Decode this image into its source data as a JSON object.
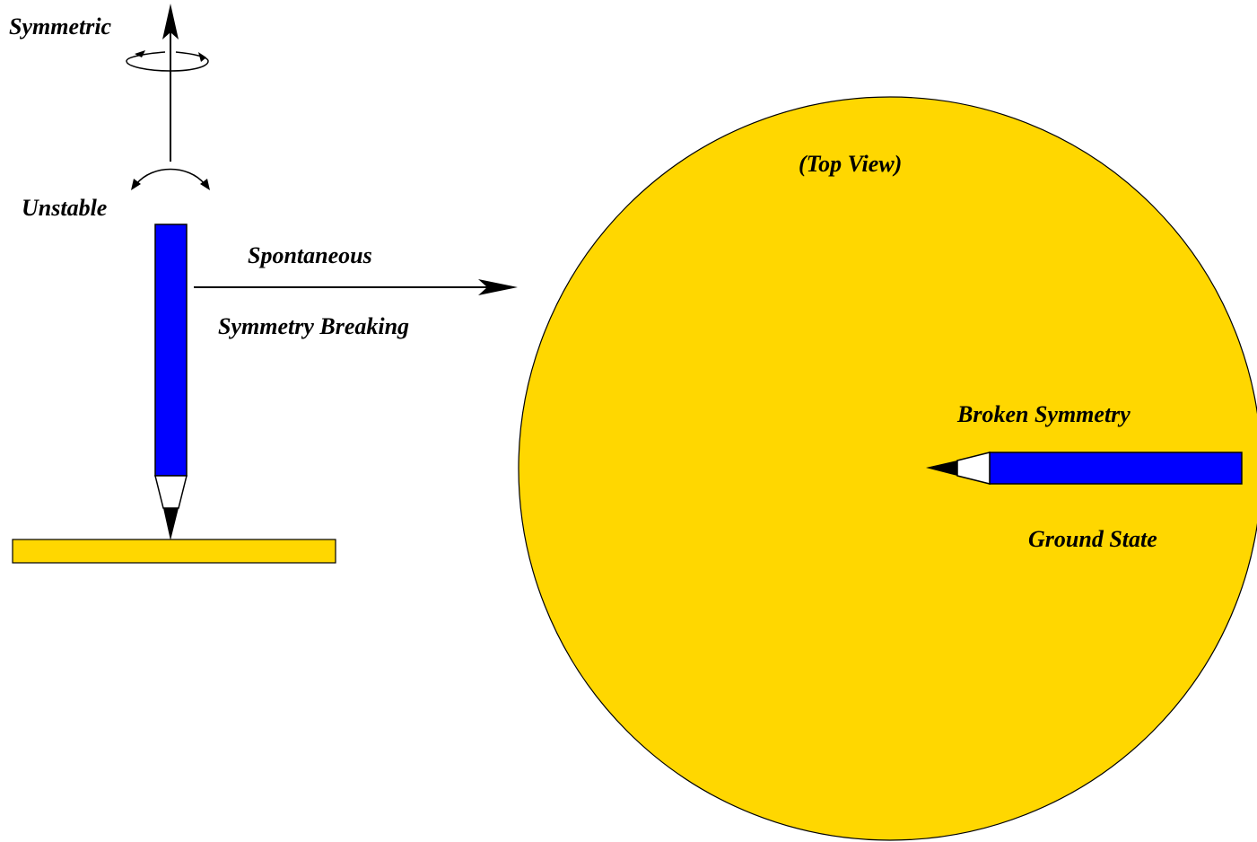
{
  "labels": {
    "symmetric": "Symmetric",
    "unstable": "Unstable",
    "spontaneous": "Spontaneous",
    "symmetry_breaking": "Symmetry Breaking",
    "top_view": "(Top View)",
    "broken_symmetry": "Broken Symmetry",
    "ground_state": "Ground State"
  },
  "colors": {
    "pencil_body": "#0000ff",
    "surface": "#ffd700",
    "outline": "#000000",
    "background": "#ffffff"
  },
  "icons": {
    "rotation": "curved-rotation-arrow",
    "arrow": "straight-arrow",
    "pencil": "pencil"
  }
}
